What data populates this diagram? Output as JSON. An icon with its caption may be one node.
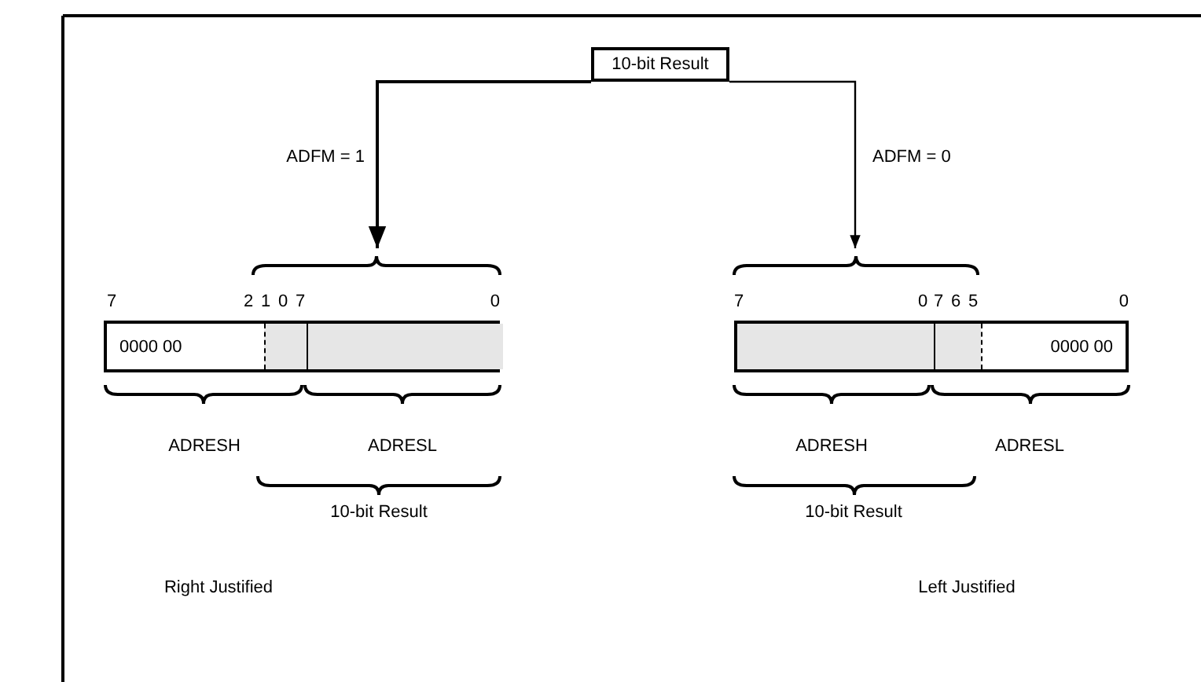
{
  "diagram": {
    "nodes": [
      {
        "text": [
          "10-bit Result"
        ]
      },
      {
        "text": [
          "0000 00"
        ]
      },
      {
        "text": [
          "0000 00"
        ]
      }
    ],
    "edges": [
      {
        "from": 0,
        "to": 1,
        "arrow": "to",
        "label": "ADFM = 1"
      },
      {
        "from": 0,
        "to": 2,
        "arrow": "to",
        "label": "ADFM = 0"
      }
    ],
    "labels": [
      "7",
      "2",
      "1",
      "0",
      "7",
      "0",
      "ADRESH",
      "ADRESL",
      "10-bit Result",
      "Right Justified",
      "7",
      "0",
      "7",
      "6",
      "5",
      "0",
      "ADRESH",
      "ADRESL",
      "10-bit Result",
      "Left Justified"
    ]
  }
}
